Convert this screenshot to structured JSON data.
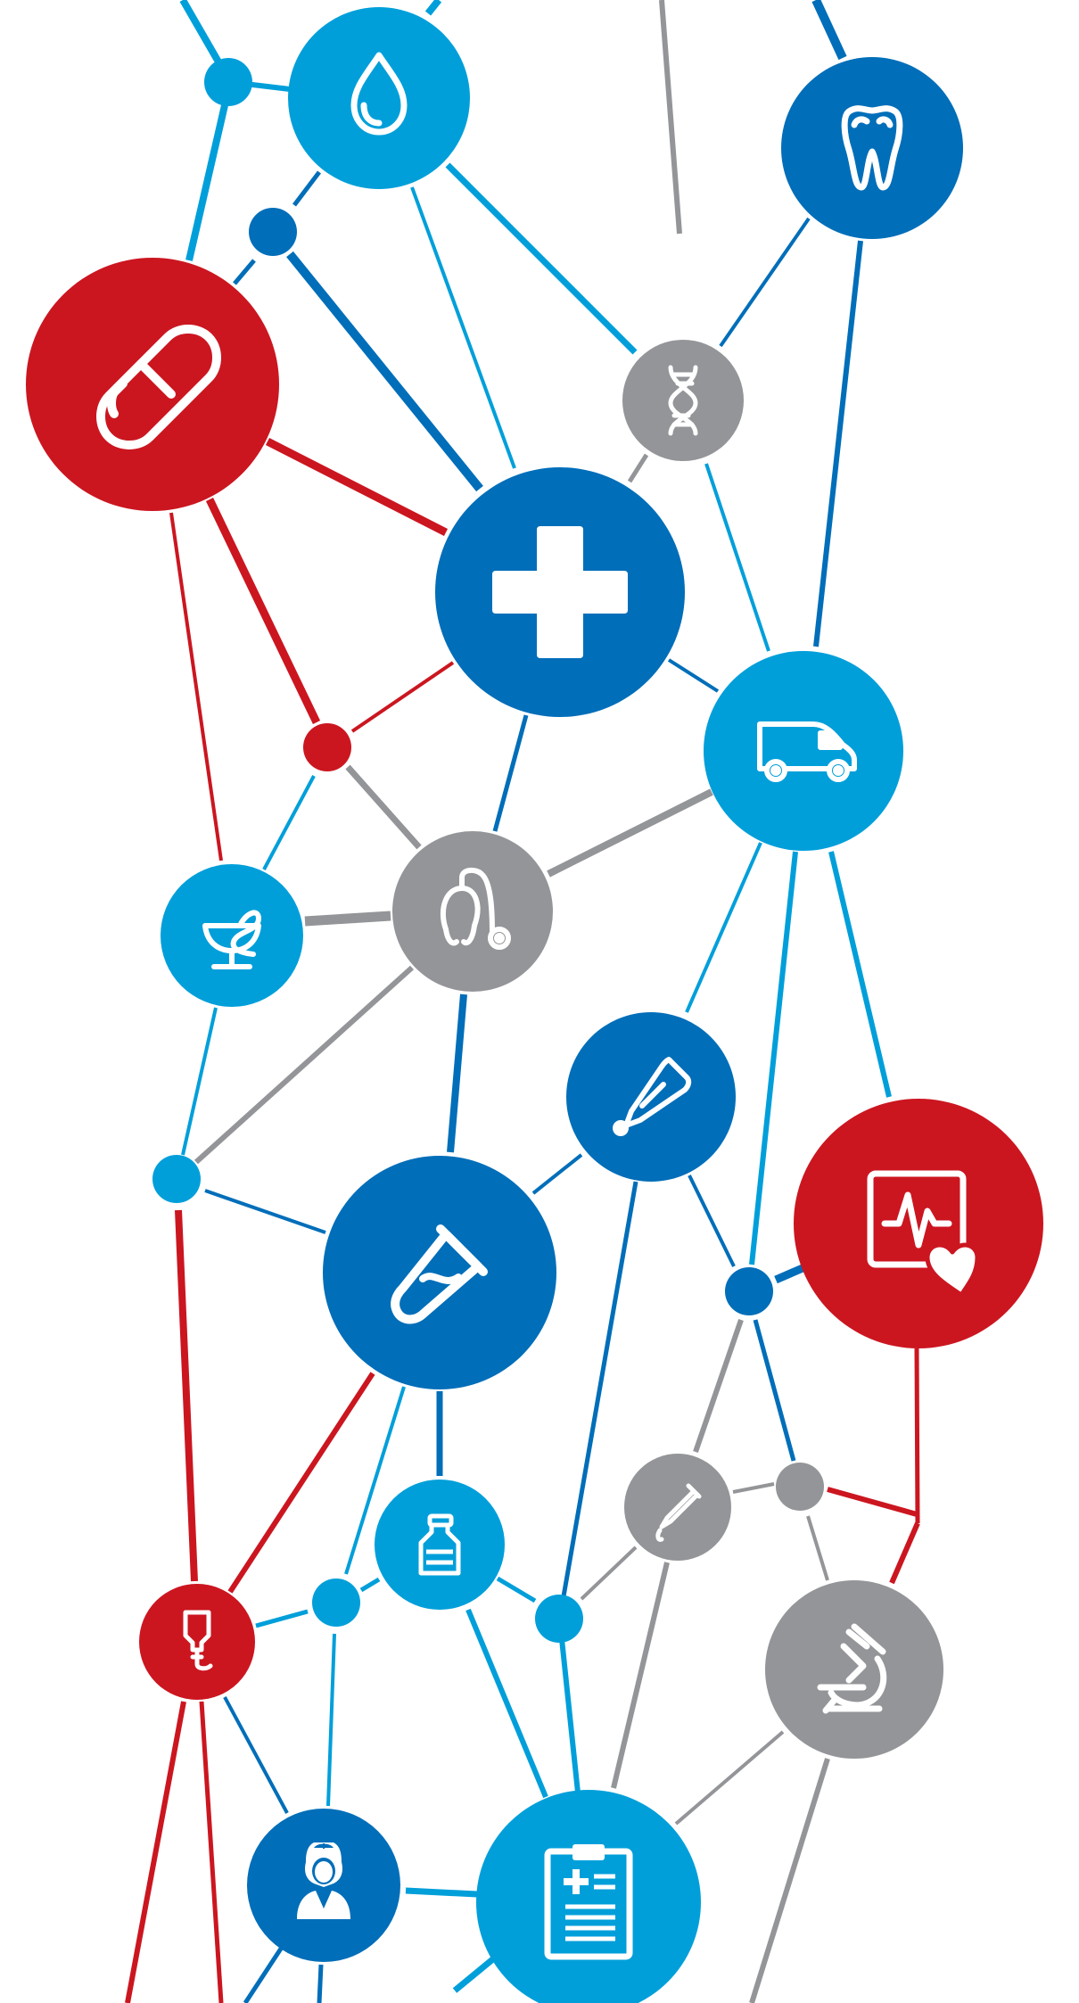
{
  "colors": {
    "red": "#cb1620",
    "dark_blue": "#006eb9",
    "light_blue": "#009fda",
    "gray": "#939598",
    "white": "#ffffff"
  },
  "nodes": [
    {
      "id": "water-drop",
      "icon": "water-drop-icon",
      "color": "light_blue"
    },
    {
      "id": "tooth",
      "icon": "tooth-icon",
      "color": "dark_blue"
    },
    {
      "id": "pill",
      "icon": "pill-icon",
      "color": "red"
    },
    {
      "id": "dna",
      "icon": "dna-icon",
      "color": "gray"
    },
    {
      "id": "medical-cross",
      "icon": "medical-cross-icon",
      "color": "dark_blue"
    },
    {
      "id": "ambulance",
      "icon": "ambulance-icon",
      "color": "light_blue"
    },
    {
      "id": "pharmacy",
      "icon": "pharmacy-bowl-icon",
      "color": "light_blue"
    },
    {
      "id": "stethoscope",
      "icon": "stethoscope-icon",
      "color": "gray"
    },
    {
      "id": "thermometer",
      "icon": "thermometer-icon",
      "color": "dark_blue"
    },
    {
      "id": "heart-monitor",
      "icon": "heart-monitor-icon",
      "color": "red"
    },
    {
      "id": "test-tube",
      "icon": "test-tube-icon",
      "color": "dark_blue"
    },
    {
      "id": "pipette",
      "icon": "pipette-icon",
      "color": "gray"
    },
    {
      "id": "medicine-bottle",
      "icon": "medicine-bottle-icon",
      "color": "light_blue"
    },
    {
      "id": "iv-drip",
      "icon": "iv-drip-icon",
      "color": "red"
    },
    {
      "id": "microscope",
      "icon": "microscope-icon",
      "color": "gray"
    },
    {
      "id": "nurse",
      "icon": "nurse-icon",
      "color": "dark_blue"
    },
    {
      "id": "clipboard",
      "icon": "clipboard-icon",
      "color": "light_blue"
    }
  ]
}
